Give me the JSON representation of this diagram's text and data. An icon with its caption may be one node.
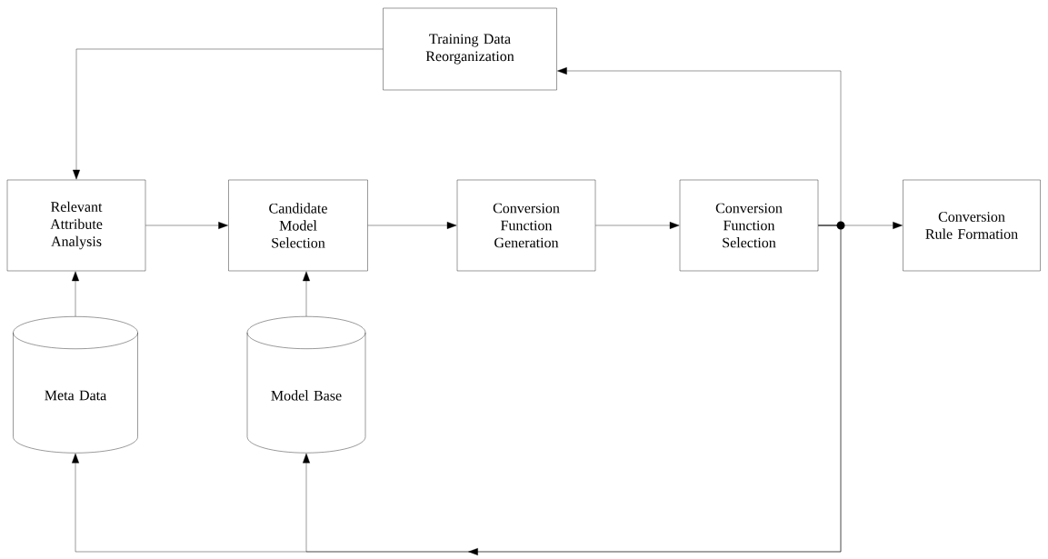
{
  "diagram": {
    "nodes": [
      {
        "text": [
          "Training Data Reorganization"
        ]
      },
      {
        "text": [
          "Relevant Attribute Analysis"
        ]
      },
      {
        "text": [
          "Candidate Model Selection"
        ]
      },
      {
        "text": [
          "Conversion Function Generation"
        ]
      },
      {
        "text": [
          "Conversion Function Selection"
        ]
      },
      {
        "text": [
          "Conversion Rule Formation"
        ]
      },
      {
        "text": [
          "Meta Data"
        ]
      },
      {
        "text": [
          "Model Base"
        ]
      }
    ],
    "edges": [
      {
        "from": 0,
        "to": 1,
        "arrow": "to"
      },
      {
        "from": 1,
        "to": 2,
        "arrow": "to"
      },
      {
        "from": 2,
        "to": 3,
        "arrow": "to"
      },
      {
        "from": 3,
        "to": 4,
        "arrow": "to"
      },
      {
        "from": 4,
        "to": 5,
        "arrow": "to"
      },
      {
        "from": 4,
        "to": 0,
        "arrow": "to"
      },
      {
        "from": 4,
        "to": 6,
        "arrow": "to"
      },
      {
        "from": 4,
        "to": 7,
        "arrow": "to"
      },
      {
        "from": 6,
        "to": 1,
        "arrow": "to"
      },
      {
        "from": 7,
        "to": 2,
        "arrow": "to"
      }
    ]
  }
}
